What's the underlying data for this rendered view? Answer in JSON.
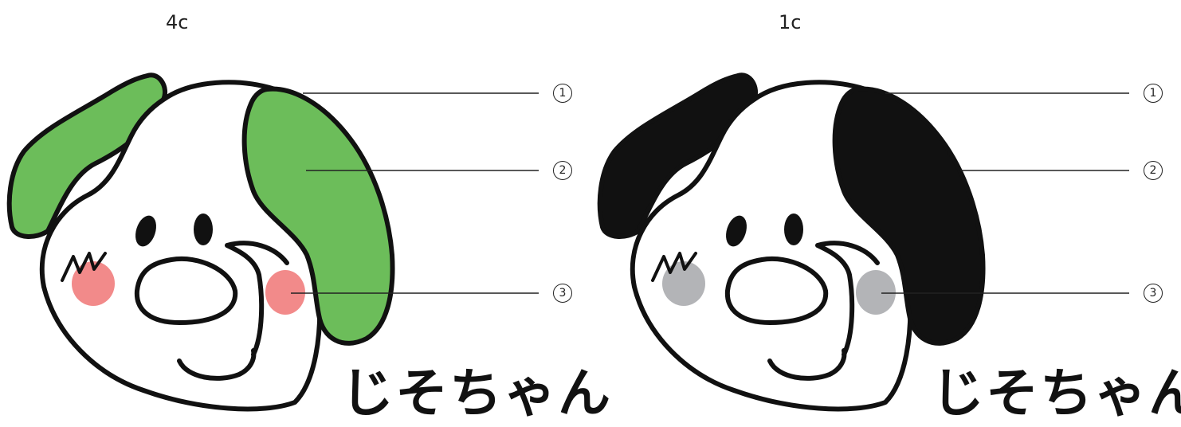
{
  "variants": [
    {
      "label": "4c",
      "name_text": "じそちゃん",
      "colors": {
        "outline": "#111111",
        "face": "#ffffff",
        "ear": "#6cbd5a",
        "cheek": "#f28a8a",
        "feature": "#111111"
      },
      "callouts": [
        "1",
        "2",
        "3"
      ]
    },
    {
      "label": "1c",
      "name_text": "じそちゃん",
      "colors": {
        "outline": "#111111",
        "face": "#ffffff",
        "ear": "#111111",
        "cheek": "#b3b4b7",
        "feature": "#111111"
      },
      "callouts": [
        "1",
        "2",
        "3"
      ]
    }
  ]
}
